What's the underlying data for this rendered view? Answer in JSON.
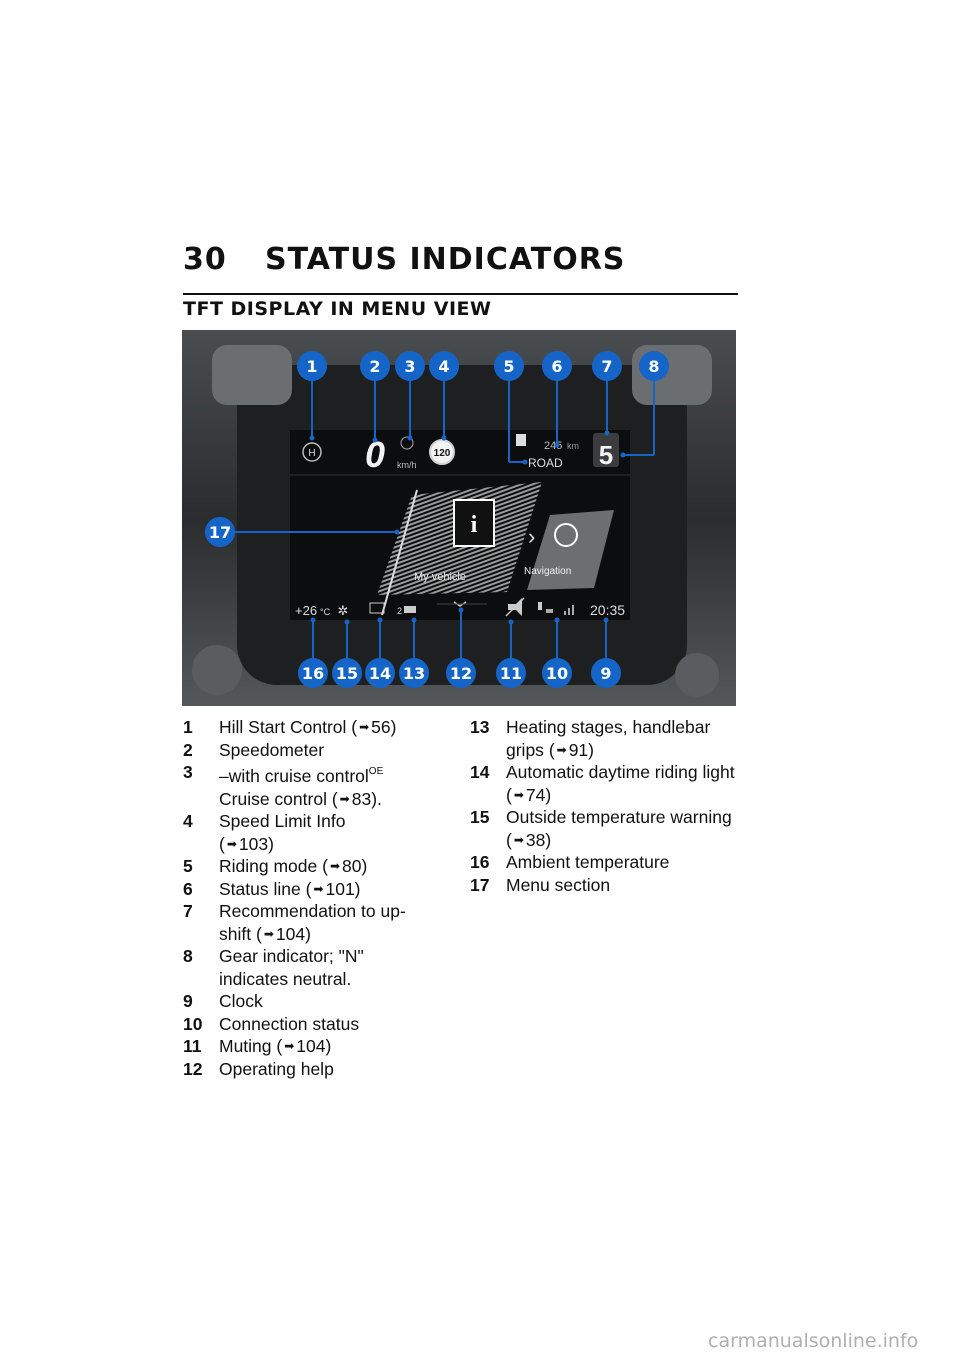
{
  "header": {
    "page_number": "30",
    "chapter_title": "STATUS INDICATORS"
  },
  "section_title": "TFT DISPLAY IN MENU VIEW",
  "figure": {
    "callouts": [
      "1",
      "2",
      "3",
      "4",
      "5",
      "6",
      "7",
      "8",
      "9",
      "10",
      "11",
      "12",
      "13",
      "14",
      "15",
      "16",
      "17"
    ],
    "screen": {
      "speed": "0",
      "speed_unit": "km/h",
      "speed_limit": "120",
      "range": "245",
      "range_unit": "km",
      "riding_mode": "ROAD",
      "gear": "5",
      "temperature": "+26",
      "temp_unit": "°C",
      "time": "20:35",
      "menu_left_label": "My vehicle",
      "menu_right_label": "Navigation",
      "info_symbol": "i",
      "hill_symbol": "H",
      "chevron": "›",
      "heat_label": "2",
      "accent_color": "#1565c8"
    }
  },
  "legend": {
    "col1": [
      {
        "num": "1",
        "text": "Hill Start Control",
        "ref": "56)"
      },
      {
        "num": "2",
        "text": "Speedometer"
      },
      {
        "num": "3",
        "text": "–with cruise control",
        "sup": "OE",
        "text2": "Cruise control",
        "ref2": "83)."
      },
      {
        "num": "4",
        "text": "Speed Limit Info",
        "ref": "103)"
      },
      {
        "num": "5",
        "text": "Riding mode",
        "ref": "80)"
      },
      {
        "num": "6",
        "text": "Status line",
        "ref": "101)"
      },
      {
        "num": "7",
        "text": "Recommendation to up-shift",
        "ref": "104)"
      },
      {
        "num": "8",
        "text": "Gear indicator; \"N\" indicates neutral."
      },
      {
        "num": "9",
        "text": "Clock"
      },
      {
        "num": "10",
        "text": "Connection status"
      },
      {
        "num": "11",
        "text": "Muting",
        "ref": "104)"
      },
      {
        "num": "12",
        "text": "Operating help"
      }
    ],
    "col2": [
      {
        "num": "13",
        "text": "Heating stages, handlebar grips",
        "ref": "91)"
      },
      {
        "num": "14",
        "text": "Automatic daytime riding light",
        "ref": "74)"
      },
      {
        "num": "15",
        "text": "Outside temperature warning",
        "ref": "38)"
      },
      {
        "num": "16",
        "text": "Ambient temperature"
      },
      {
        "num": "17",
        "text": "Menu section"
      }
    ]
  },
  "watermark": "carmanualsonline.info"
}
